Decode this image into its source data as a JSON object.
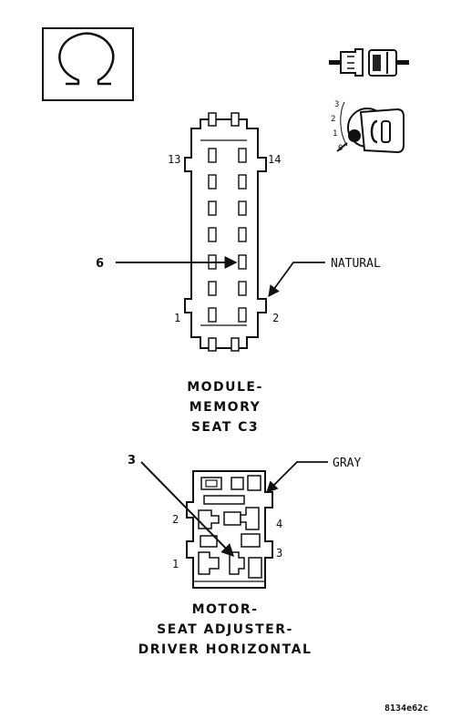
{
  "top_connector": {
    "pin_labels": {
      "top_left": "13",
      "top_right": "14",
      "bottom_left": "1",
      "bottom_right": "2"
    },
    "wire_color": "NATURAL",
    "callout_pin": "6",
    "title_lines": [
      "MODULE-",
      "MEMORY",
      "SEAT C3"
    ]
  },
  "bottom_connector": {
    "wire_color": "GRAY",
    "callout_pin": "3",
    "pin_labels": {
      "left_upper": "2",
      "left_lower": "1",
      "right_upper": "4",
      "right_lower": "3"
    },
    "title_lines": [
      "MOTOR-",
      "SEAT ADJUSTER-",
      "DRIVER HORIZONTAL"
    ]
  },
  "ignition_positions": [
    "3",
    "2",
    "1",
    "0"
  ],
  "figure_id": "8134e62c",
  "icons": [
    "ohm-symbol-icon",
    "connector-disconnect-icon",
    "ignition-key-icon"
  ]
}
